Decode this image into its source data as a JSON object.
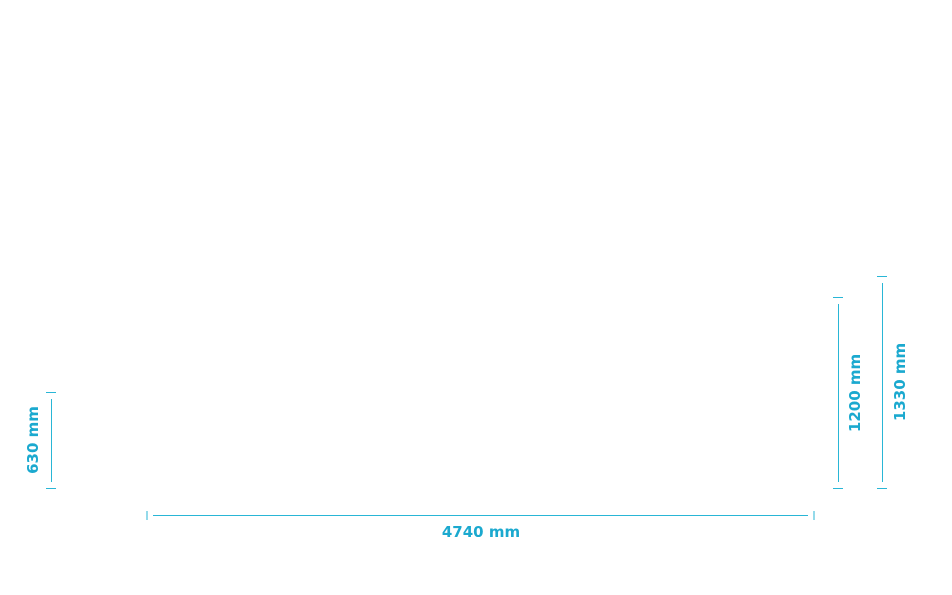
{
  "dimensions": {
    "width_label": "4740 mm",
    "left_height_label": "630 mm",
    "right_inner_height_label": "1200 mm",
    "right_outer_height_label": "1330 mm"
  },
  "colors": {
    "dimension_line": "#29b6d6",
    "dimension_text": "#1ba9cf"
  }
}
